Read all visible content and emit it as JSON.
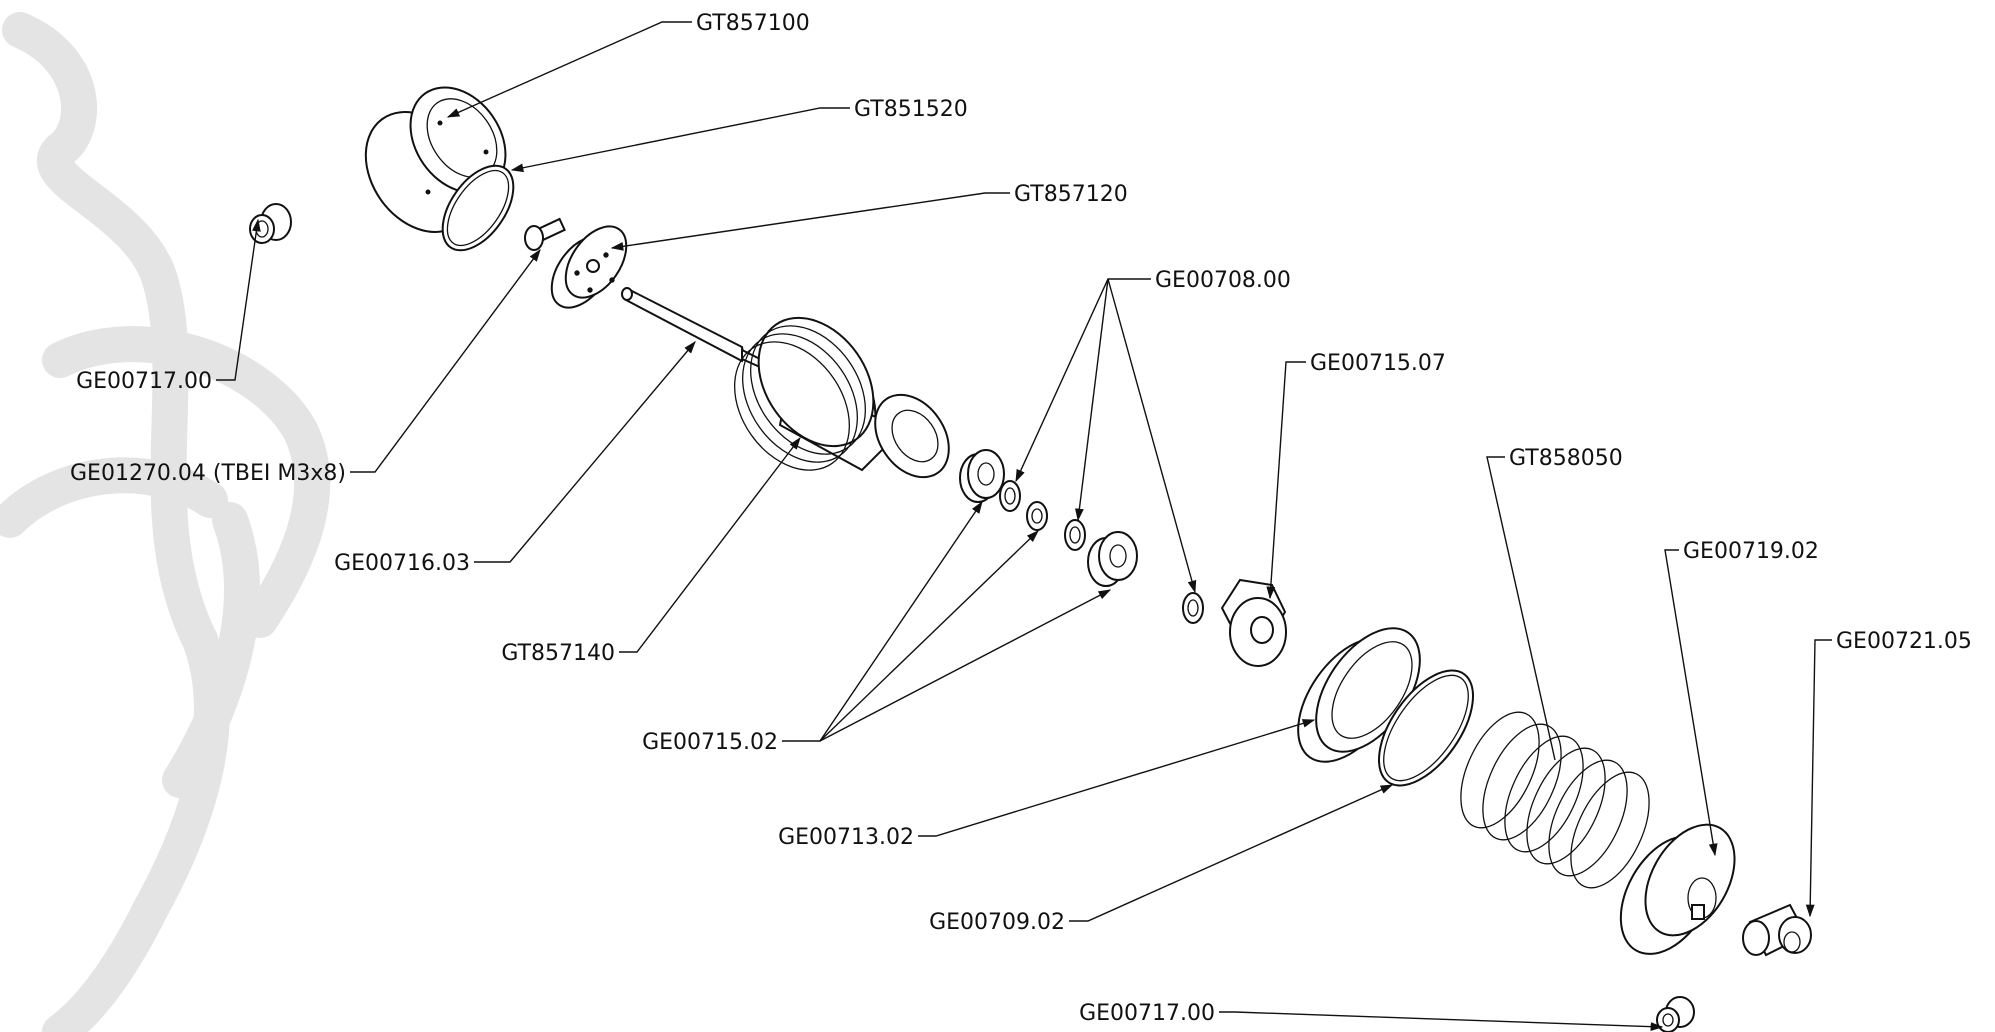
{
  "callouts": {
    "gt857100": "GT857100",
    "gt851520": "GT851520",
    "gt857120": "GT857120",
    "ge00708": "GE00708.00",
    "ge00715_07": "GE00715.07",
    "ge00717_top": "GE00717.00",
    "ge01270": "GE01270.04 (TBEI M3x8)",
    "ge00716": "GE00716.03",
    "gt858050": "GT858050",
    "ge00719": "GE00719.02",
    "ge00721": "GE00721.05",
    "gt857140": "GT857140",
    "ge00715_02": "GE00715.02",
    "ge00713": "GE00713.02",
    "ge00709": "GE00709.02",
    "ge00717_bottom": "GE00717.00"
  },
  "colors": {
    "ink": "#111111",
    "watermark": "#e4e4e4",
    "background": "#ffffff"
  }
}
